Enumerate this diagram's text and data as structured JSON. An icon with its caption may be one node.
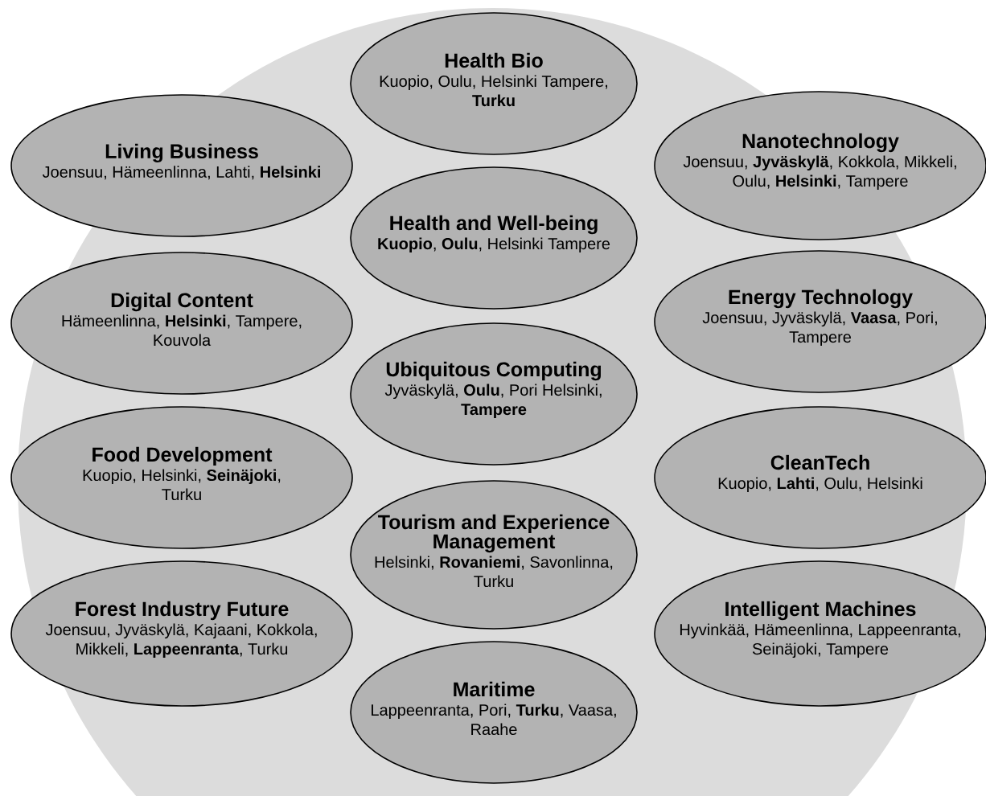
{
  "diagram": {
    "nodes": [
      {
        "text": [],
        "shape": "circle"
      },
      {
        "text": [
          "Health Bio",
          "Kuopio, Oulu, Helsinki Tampere, **Turku**"
        ],
        "in": 0
      },
      {
        "text": [
          "Living Business",
          "Joensuu, Hämeenlinna, Lahti, **Helsinki**"
        ],
        "in": 0
      },
      {
        "text": [
          "Nanotechnology",
          "Joensuu, **Jyväskylä**, Kokkola, Mikkeli, Oulu, **Helsinki**, Tampere"
        ],
        "in": 0
      },
      {
        "text": [
          "Health and Well-being",
          "**Kuopio**, **Oulu**, Helsinki Tampere"
        ],
        "in": 0
      },
      {
        "text": [
          "Digital Content",
          "Hämeenlinna, **Helsinki**, Tampere, Kouvola"
        ],
        "in": 0
      },
      {
        "text": [
          "Energy Technology",
          "Joensuu, Jyväskylä, **Vaasa**, Pori, Tampere"
        ],
        "in": 0
      },
      {
        "text": [
          "Ubiquitous Computing",
          "Jyväskylä, **Oulu**, Pori Helsinki, **Tampere**"
        ],
        "in": 0
      },
      {
        "text": [
          "Food Development",
          "Kuopio, Helsinki, **Seinäjoki**, Turku"
        ],
        "in": 0
      },
      {
        "text": [
          "CleanTech",
          "Kuopio, **Lahti**, Oulu, Helsinki"
        ],
        "in": 0
      },
      {
        "text": [
          "Tourism and Experience Management",
          "Helsinki, **Rovaniemi**, Savonlinna, Turku"
        ],
        "in": 0
      },
      {
        "text": [
          "Forest Industry Future",
          "Joensuu, Jyväskylä, Kajaani, Kokkola, Mikkeli, **Lappeenranta**, Turku"
        ],
        "in": 0
      },
      {
        "text": [
          "Intelligent Machines",
          "Hyvinkää, Hämeenlinna, Lappeenranta, Seinäjoki, Tampere"
        ],
        "in": 0
      },
      {
        "text": [
          "Maritime",
          "Lappeenranta, Pori, **Turku**, Vaasa, Raahe"
        ],
        "in": 0
      }
    ]
  }
}
